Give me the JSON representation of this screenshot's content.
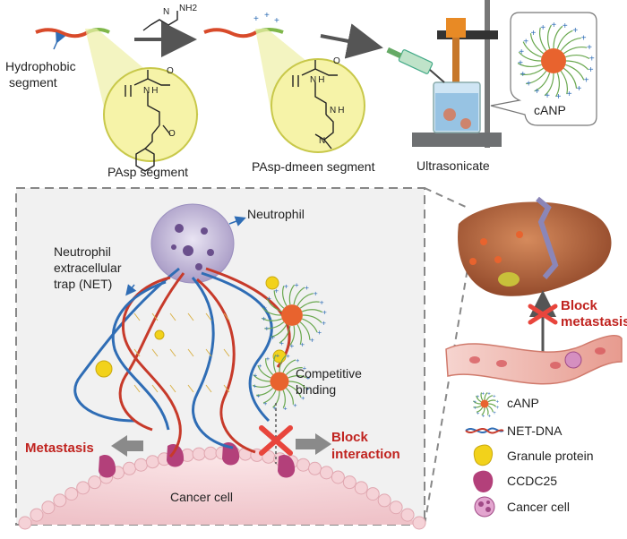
{
  "top": {
    "hydrophobic_line1": "Hydrophobic",
    "hydrophobic_line2": "segment",
    "pasp_label": "PAsp segment",
    "dmeen_label": "PAsp-dmeen segment",
    "ultrasonicate_label": "Ultrasonicate",
    "canp_callout": "cANP",
    "reagent_n": "N",
    "reagent_nh2": "NH2",
    "chem_nh": "N H",
    "chem_o": "O",
    "chem_n": "N"
  },
  "panel": {
    "neutrophil": "Neutrophil",
    "net_line1": "Neutrophil",
    "net_line2": "extracellular",
    "net_line3": "trap (NET)",
    "competitive_line1": "Competitive",
    "competitive_line2": "binding",
    "metastasis": "Metastasis",
    "block_interaction_line1": "Block",
    "block_interaction_line2": "interaction",
    "cancer_cell": "Cancer cell"
  },
  "right": {
    "block_metastasis_line1": "Block",
    "block_metastasis_line2": "metastasis"
  },
  "legend": {
    "items": [
      {
        "label": "cANP",
        "icon": "canp-icon"
      },
      {
        "label": "NET-DNA",
        "icon": "dna-icon"
      },
      {
        "label": "Granule protein",
        "icon": "granule-protein-icon"
      },
      {
        "label": "CCDC25",
        "icon": "ccdc25-icon"
      },
      {
        "label": "Cancer cell",
        "icon": "cancer-cell-icon"
      }
    ]
  },
  "colors": {
    "accent_red": "#c0231f",
    "callout_yellow": "#f6f3a8",
    "dna_blue": "#2f6db5",
    "dna_red": "#c73a2a",
    "granule_yellow": "#f2d21b",
    "ccdc25_magenta": "#b3407a",
    "membrane_pink": "#f3c9cf",
    "liver_brown": "#b8683f"
  }
}
